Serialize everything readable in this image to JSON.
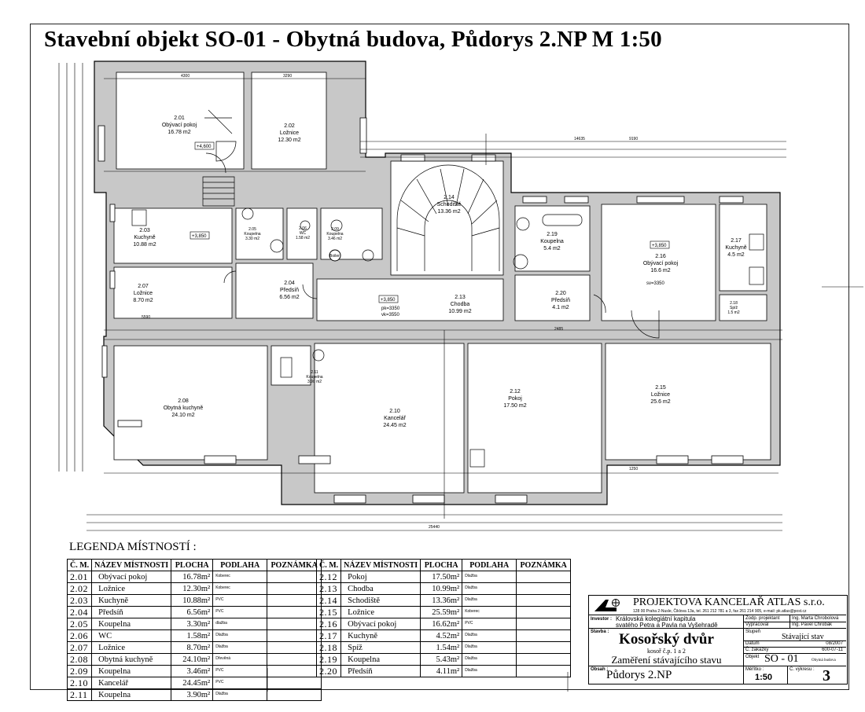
{
  "title": "Stavební objekt SO-01 - Obytná budova, Půdorys 2.NP M 1:50",
  "plan": {
    "rooms": [
      {
        "id": "2.01",
        "name": "Obývací pokoj",
        "area": "16.78 m2"
      },
      {
        "id": "2.02",
        "name": "Ložnice",
        "area": "12.30 m2"
      },
      {
        "id": "2.03",
        "name": "Kuchyně",
        "area": "10.88 m2"
      },
      {
        "id": "2.04",
        "name": "Předsíň",
        "area": "6.56 m2"
      },
      {
        "id": "2.05",
        "name": "Koupelna",
        "area": "3.30 m2"
      },
      {
        "id": "2.06",
        "name": "WC",
        "area": "1.58 m2"
      },
      {
        "id": "2.07",
        "name": "Ložnice",
        "area": "8.70 m2"
      },
      {
        "id": "2.08",
        "name": "Obytná kuchyně",
        "area": "24.10 m2"
      },
      {
        "id": "2.09",
        "name": "Koupelna",
        "area": "3.46 m2"
      },
      {
        "id": "2.10",
        "name": "Kancelář",
        "area": "24.45 m2"
      },
      {
        "id": "2.11",
        "name": "Koupelna",
        "area": "3.90 m2"
      },
      {
        "id": "2.12",
        "name": "Pokoj",
        "area": "17.50 m2"
      },
      {
        "id": "2.13",
        "name": "Chodba",
        "area": "10.99 m2"
      },
      {
        "id": "2.14",
        "name": "Schodiště",
        "area": "13.36 m2"
      },
      {
        "id": "2.15",
        "name": "Ložnice",
        "area": "25.6 m2"
      },
      {
        "id": "2.16",
        "name": "Obývací pokoj",
        "area": "16.6 m2"
      },
      {
        "id": "2.17",
        "name": "Kuchyně",
        "area": "4.5 m2"
      },
      {
        "id": "2.18",
        "name": "Spíž",
        "area": "1.5 m2"
      },
      {
        "id": "2.19",
        "name": "Koupelna",
        "area": "5.4 m2"
      },
      {
        "id": "2.20",
        "name": "Předsíň",
        "area": "4.1 m2"
      }
    ],
    "levels": [
      "+4,600",
      "+3,850",
      "+3,850",
      "+3,850"
    ],
    "notes": [
      "pk=3350",
      "vk=3550",
      "sv=3350"
    ],
    "boiler_label": "Boiler",
    "dimensions": [
      "14635",
      "25440",
      "9190",
      "4300",
      "3290",
      "5590",
      "2485",
      "1250"
    ]
  },
  "legend": {
    "title": "LEGENDA MÍSTNOSTÍ :",
    "headers": [
      "Č. M.",
      "NÁZEV MÍSTNOSTI",
      "PLOCHA",
      "PODLAHA",
      "POZNÁMKA"
    ],
    "left_rows": [
      [
        "2.01",
        "Obývací pokoj",
        "16.78m²",
        "Koberec",
        ""
      ],
      [
        "2.02",
        "Ložnice",
        "12.30m²",
        "Koberec",
        ""
      ],
      [
        "2.03",
        "Kuchyně",
        "10.88m²",
        "PVC",
        ""
      ],
      [
        "2.04",
        "Předsíň",
        "6.56m²",
        "PVC",
        ""
      ],
      [
        "2.05",
        "Koupelna",
        "3.30m²",
        "dlažba",
        ""
      ],
      [
        "2.06",
        "WC",
        "1.58m²",
        "Dlažba",
        ""
      ],
      [
        "2.07",
        "Ložnice",
        "8.70m²",
        "Dlažba",
        ""
      ],
      [
        "2.08",
        "Obytná kuchyně",
        "24.10m²",
        "Dřevěná",
        ""
      ],
      [
        "2.09",
        "Koupelna",
        "3.46m²",
        "PVC",
        ""
      ],
      [
        "2.10",
        "Kancelář",
        "24.45m²",
        "PVC",
        ""
      ],
      [
        "2.11",
        "Koupelna",
        "3.90m²",
        "Dlažba",
        ""
      ]
    ],
    "right_rows": [
      [
        "2.12",
        "Pokoj",
        "17.50m²",
        "Dlažba",
        ""
      ],
      [
        "2.13",
        "Chodba",
        "10.99m²",
        "Dlažba",
        ""
      ],
      [
        "2.14",
        "Schodiště",
        "13.36m²",
        "Dlažba",
        ""
      ],
      [
        "2.15",
        "Ložnice",
        "25.59m²",
        "Koberec",
        ""
      ],
      [
        "2.16",
        "Obývací pokoj",
        "16.62m²",
        "PVC",
        ""
      ],
      [
        "2.17",
        "Kuchyně",
        "4.52m²",
        "Dlažba",
        ""
      ],
      [
        "2.18",
        "Spíž",
        "1.54m²",
        "Dlažba",
        ""
      ],
      [
        "2.19",
        "Koupelna",
        "5.43m²",
        "Dlažba",
        ""
      ],
      [
        "2.20",
        "Předsíň",
        "4.11m²",
        "Dlažba",
        ""
      ]
    ]
  },
  "title_block": {
    "company": "PROJEKTOVA  KANCELAŘ ATLAS s.r.o.",
    "address": "128 00 Praha 2-Nusle, Čiklova 13a, tel. 261 212 781 a 3, fax 261 214 905, e-mail: pk.atlas@post.cz",
    "investor_label": "Investor :",
    "investor_1": "Královská kolegiátní kapitula",
    "investor_2": "svatého Petra a Pavla na Vyšehradě",
    "resp_label": "Zodp. projektant",
    "resp_value": "Ing. Marta Chrobolová",
    "drawn_label": "Vypracoval",
    "drawn_value": "Ing. Pavel Chrobák",
    "stavba_label": "Stavba :",
    "stavba": "Kosořský dvůr",
    "stavba_sub": "kosoř č.p. 1 a 2",
    "stavba_desc": "Zaměření stávajícího stavu",
    "stage_label": "Stupeň",
    "stage": "Stávající stav",
    "date_label": "Datum",
    "date": "08/2007",
    "order_label": "Č. zakázky",
    "order": "600-07-11",
    "object_label": "Objekt",
    "object": "SO - 01",
    "object_sub": "Obytná budova",
    "content_label": "Obsah :",
    "content": "Půdorys 2.NP",
    "scale_label": "Měřítko :",
    "scale": "1:50",
    "drawing_no_label": "Č. výkresu :",
    "drawing_no": "3"
  }
}
